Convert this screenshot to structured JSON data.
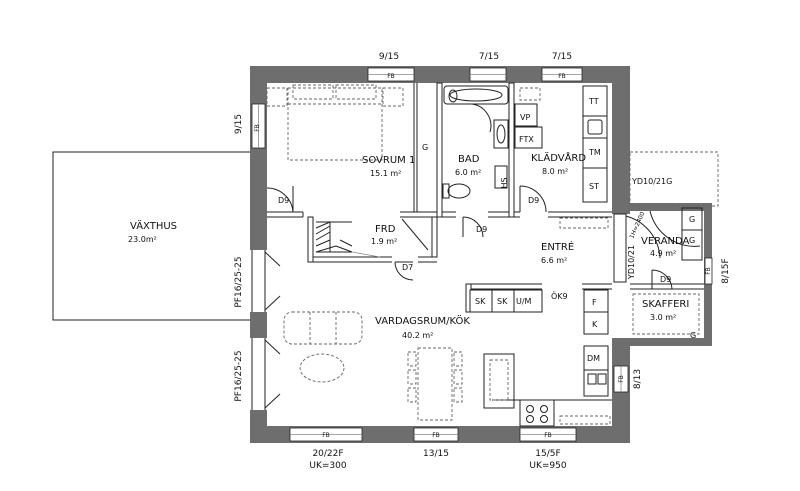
{
  "rooms": {
    "sovrum": {
      "name": "SOVRUM 1",
      "area": "15.1 m²"
    },
    "bad": {
      "name": "BAD",
      "area": "6.0 m²"
    },
    "kladvard": {
      "name": "KLÄDVÅRD",
      "area": "8.0 m²"
    },
    "frd": {
      "name": "FRD",
      "area": "1.9 m²"
    },
    "entre": {
      "name": "ENTRÉ",
      "area": "6.6 m²"
    },
    "veranda": {
      "name": "VERANDA",
      "area": "4.9 m²"
    },
    "skafferi": {
      "name": "SKAFFERI",
      "area": "3.0 m²"
    },
    "vardagsrum": {
      "name": "VARDAGSRUM/KÖK",
      "area": "40.2 m²"
    },
    "vaxthus": {
      "name": "VÄXTHUS",
      "area": "23.0m²"
    }
  },
  "window_dims": {
    "top_sovrum": "9/15",
    "top_bad": "7/15",
    "top_kladvard": "7/15",
    "left_sovrum": "9/15",
    "bottom_left_1": "20/22F",
    "bottom_left_2": "UK=300",
    "bottom_mid": "13/15",
    "bottom_right_1": "15/5F",
    "bottom_right_2": "UK=950",
    "right_veranda": "8/15F",
    "right_kitchen": "8/13",
    "pf_upper": "PF16/25-25",
    "pf_lower": "PF16/25-25",
    "veranda_door_top": "YD10/21G",
    "veranda_door_side": "YD10/21"
  },
  "tags": {
    "fb": "FB",
    "d9": "D9",
    "d7": "D7",
    "ok9": "ÖK9",
    "g": "G",
    "hs": "HS",
    "vp": "VP",
    "ftx": "FTX",
    "tt": "TT",
    "tm": "TM",
    "st": "ST",
    "sk": "SK",
    "um": "U/M",
    "f": "F",
    "k": "K",
    "dm": "DM",
    "ramp": "1H=2400"
  }
}
